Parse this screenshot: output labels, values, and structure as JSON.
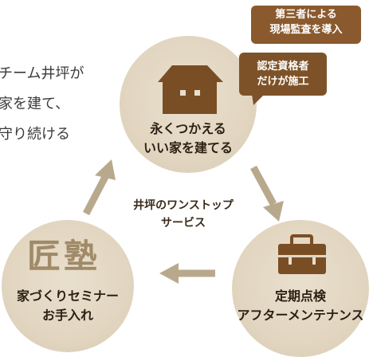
{
  "intro": {
    "lines": [
      "チーム井坪が",
      "家を建て、",
      "守り続ける"
    ]
  },
  "steps": {
    "build": {
      "lines": [
        "永くつかえる",
        "いい家を建てる"
      ],
      "icon": "house-icon"
    },
    "seminar": {
      "logo_text": "匠塾",
      "lines": [
        "家づくりセミナー",
        "お手入れ"
      ]
    },
    "maintenance": {
      "lines": [
        "定期点検",
        "アフターメンテナンス"
      ],
      "icon": "toolbox-icon"
    }
  },
  "bubbles": {
    "audit": [
      "第三者による",
      "現場監査を導入"
    ],
    "certified": [
      "認定資格者",
      "だけが施工"
    ]
  },
  "center": {
    "lines": [
      "井坪のワンストップ",
      "サービス"
    ]
  },
  "colors": {
    "circle": "#e2d6c1",
    "icon": "#7a4e24",
    "arrow": "#b9a98c",
    "bubble": "#8a5a2e",
    "logo": "#a08a68"
  }
}
